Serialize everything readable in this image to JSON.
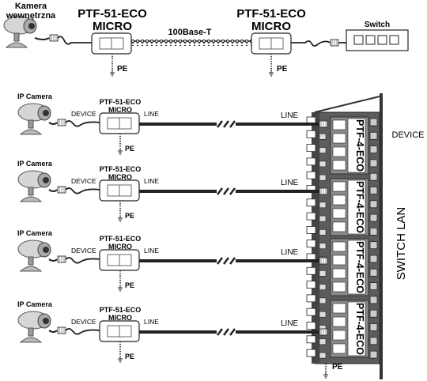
{
  "top": {
    "camera_label_line1": "Kamera",
    "camera_label_line2": "wewnętrzna",
    "device_left_line1": "PTF-51-ECO",
    "device_left_line2": "MICRO",
    "device_right_line1": "PTF-51-ECO",
    "device_right_line2": "MICRO",
    "link_label": "100Base-T",
    "pe_left": "PE",
    "pe_right": "PE",
    "switch_label": "Switch"
  },
  "rows": [
    {
      "camera": "IP Camera",
      "device": "DEVICE",
      "ptf1": "PTF-51-ECO",
      "ptf2": "MICRO",
      "line_left": "LINE",
      "line_right": "LINE",
      "pe": "PE"
    },
    {
      "camera": "IP Camera",
      "device": "DEVICE",
      "ptf1": "PTF-51-ECO",
      "ptf2": "MICRO",
      "line_left": "LINE",
      "line_right": "LINE",
      "pe": "PE"
    },
    {
      "camera": "IP Camera",
      "device": "DEVICE",
      "ptf1": "PTF-51-ECO",
      "ptf2": "MICRO",
      "line_left": "LINE",
      "line_right": "LINE",
      "pe": "PE"
    },
    {
      "camera": "IP Camera",
      "device": "DEVICE",
      "ptf1": "PTF-51-ECO",
      "ptf2": "MICRO",
      "line_left": "LINE",
      "line_right": "LINE",
      "pe": "PE"
    }
  ],
  "panel": {
    "module_labels": [
      "PTF-4-ECO",
      "PTF-4-ECO",
      "PTF-4-ECO",
      "PTF-4-ECO"
    ],
    "device_label": "DEVICE",
    "switch_lan_label": "SWITCH LAN",
    "pe_label": "PE"
  }
}
